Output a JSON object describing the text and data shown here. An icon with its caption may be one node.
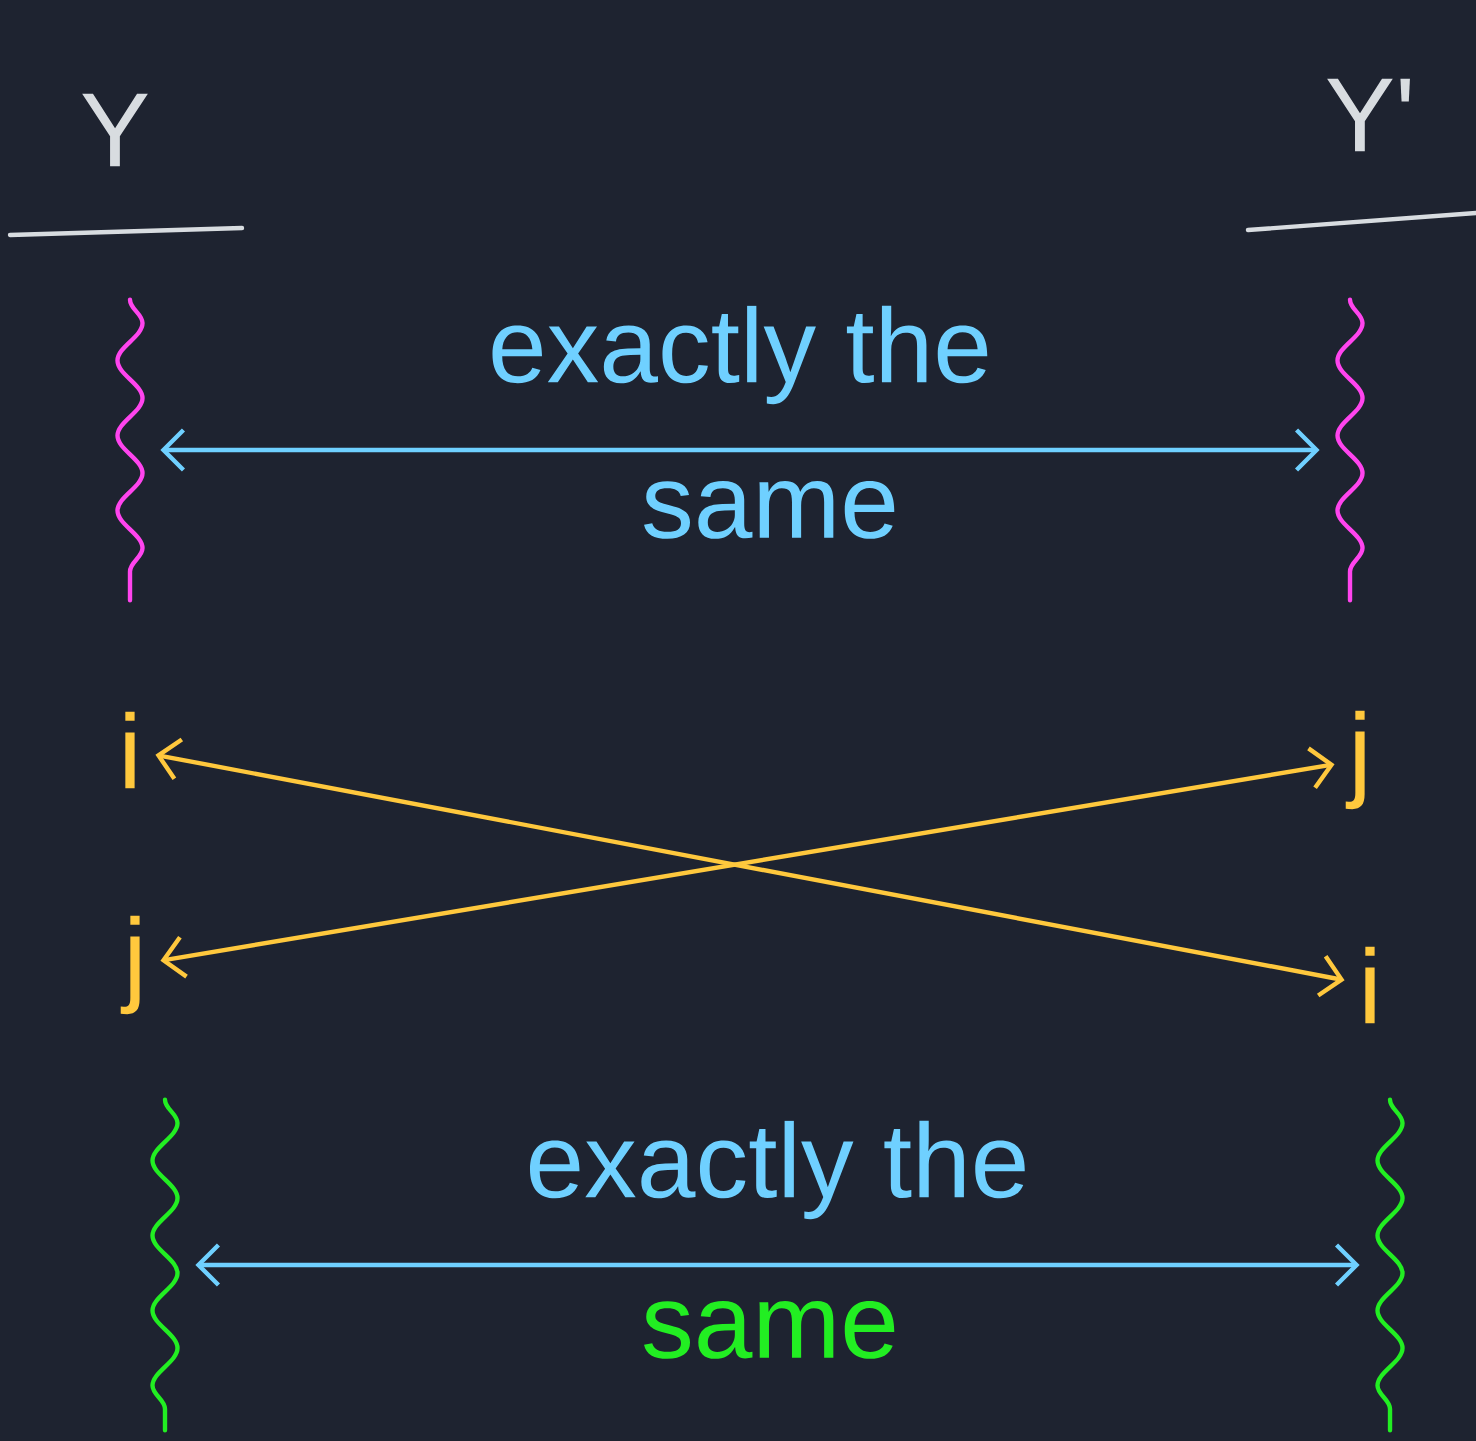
{
  "diagram": {
    "nodes": [
      {
        "text": [],
        "shape": "squiggle"
      },
      {
        "text": [],
        "shape": "squiggle"
      },
      {
        "text": [
          "i"
        ]
      },
      {
        "text": [
          "j"
        ]
      },
      {
        "text": [
          "j"
        ]
      },
      {
        "text": [
          "i"
        ]
      },
      {
        "text": [],
        "shape": "squiggle"
      },
      {
        "text": [],
        "shape": "squiggle"
      }
    ],
    "edges": [
      {
        "from": 0,
        "to": 1,
        "arrow": "both",
        "label": "exactly the",
        "color": "#6fd0ff"
      },
      {
        "from": 2,
        "to": 5,
        "arrow": "both",
        "color": "#ffc83d"
      },
      {
        "from": 4,
        "to": 3,
        "arrow": "both",
        "color": "#ffc83d"
      },
      {
        "from": 6,
        "to": 7,
        "arrow": "both",
        "label": "exactly the",
        "color": "#6fd0ff"
      }
    ],
    "labels": [
      "Y",
      "Y'",
      "same",
      "same"
    ]
  }
}
